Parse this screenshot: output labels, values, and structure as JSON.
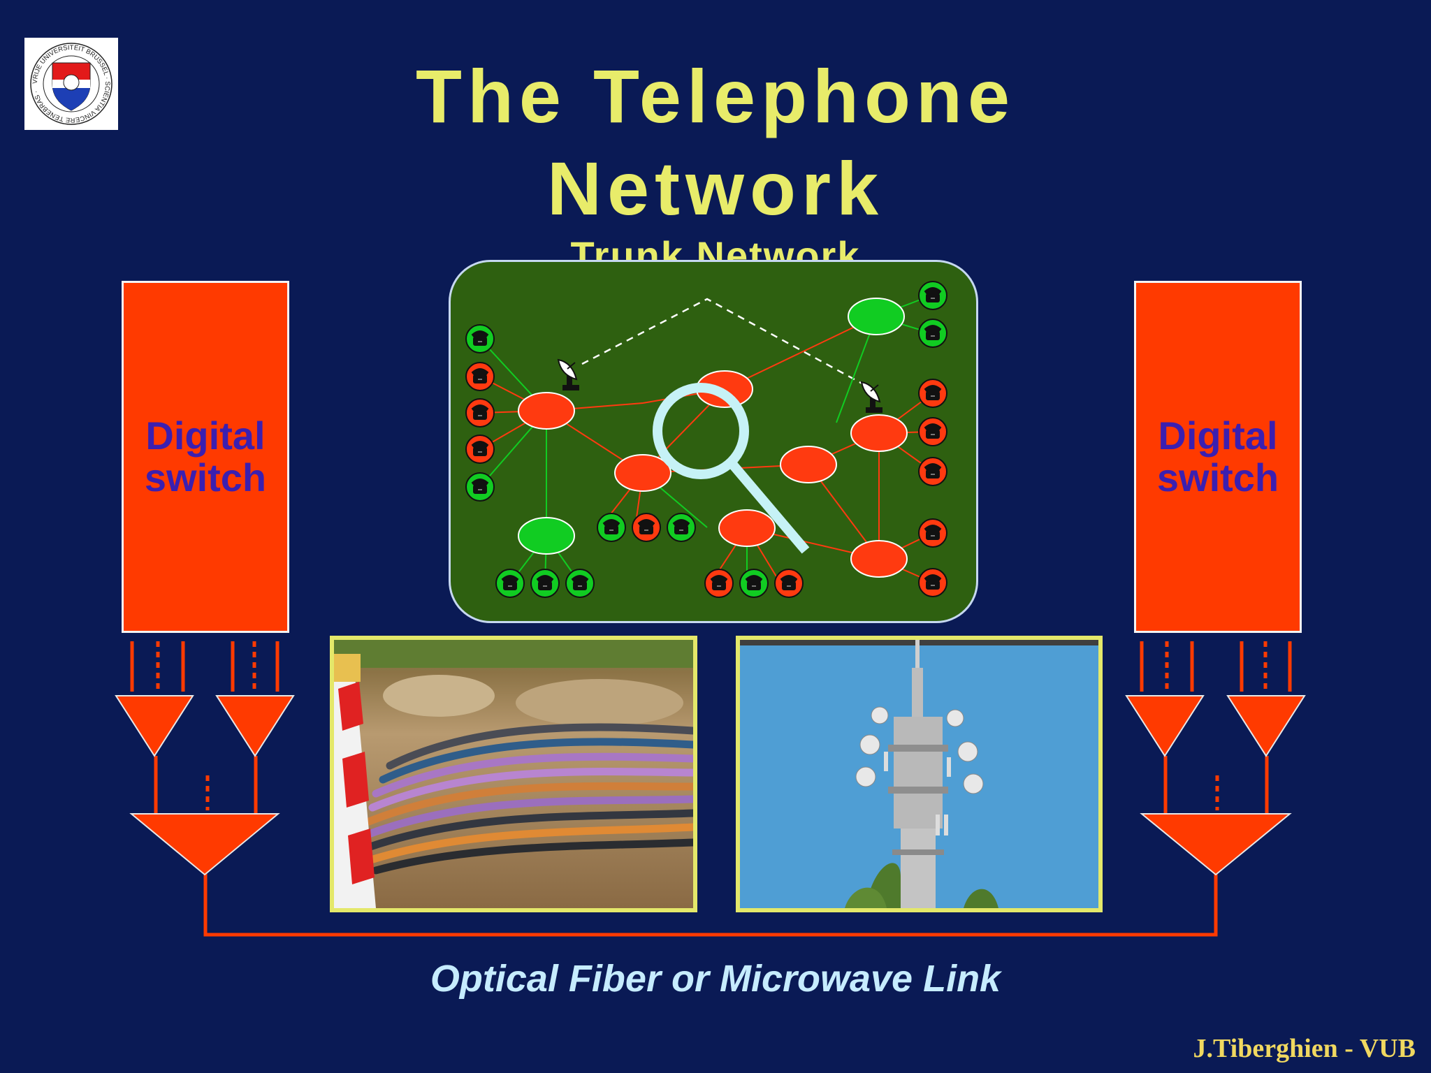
{
  "slide": {
    "title_line1": "The Telephone",
    "title_line2": "Network",
    "subtitle": "Trunk Network",
    "switch_left": {
      "line1": "Digital",
      "line2": "switch"
    },
    "switch_right": {
      "line1": "Digital",
      "line2": "switch"
    },
    "caption": "Optical Fiber or Microwave Link",
    "credit": "J.Tiberghien - VUB",
    "logo": {
      "ring_text": "VRIJE UNIVERSITEIT BRUSSEL · SCIENTIA VINCERE TENEBRAS ·"
    },
    "network_icons": [
      "telephone-icon",
      "satellite-dish-icon",
      "magnifier-icon"
    ],
    "photos": [
      "buried-fiber-cables-photo",
      "microwave-tower-photo"
    ]
  },
  "colors": {
    "background": "#0a1a55",
    "title": "#e8ec6a",
    "switch_fill": "#ff3a00",
    "switch_text": "#3b1fb0",
    "network_bg": "#2e6010",
    "node_red": "#ff3a10",
    "node_green": "#11cc22",
    "caption": "#c6ecff",
    "credit": "#f0d860"
  }
}
